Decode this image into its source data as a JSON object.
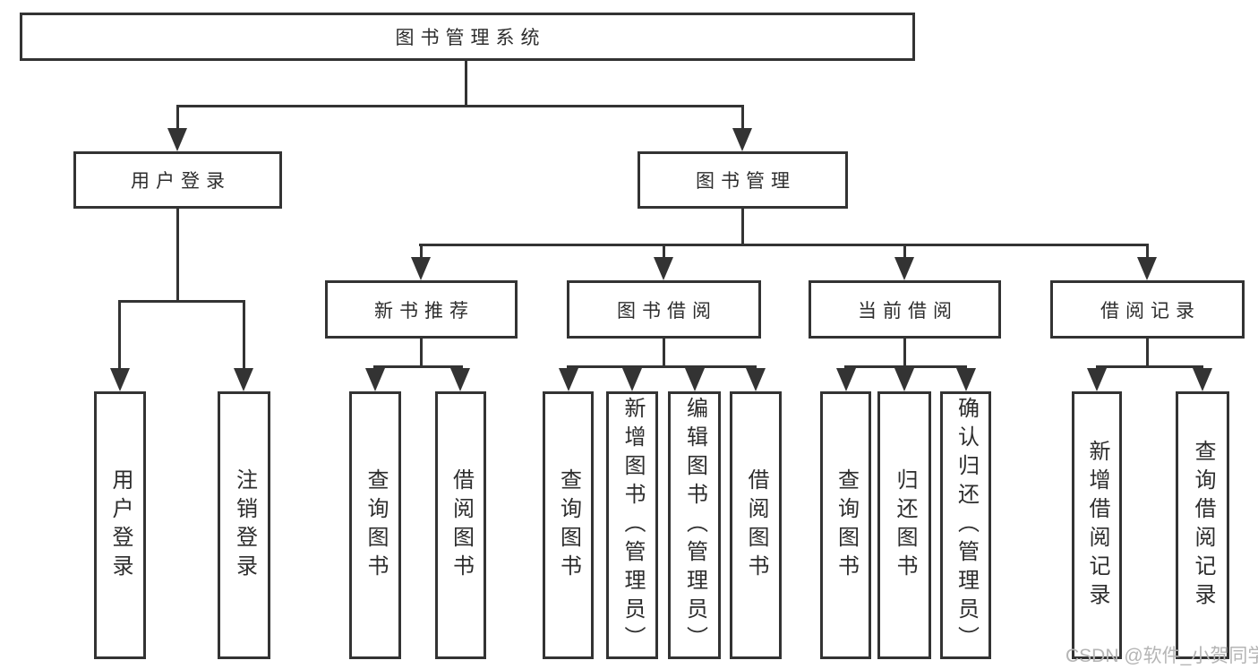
{
  "tree": {
    "root": {
      "label": "图书管理系统"
    },
    "branches": [
      {
        "label": "用户登录",
        "children": [
          {
            "label": "用户登录"
          },
          {
            "label": "注销登录"
          }
        ]
      },
      {
        "label": "图书管理",
        "children": [
          {
            "label": "新书推荐",
            "children": [
              {
                "label": "查询图书"
              },
              {
                "label": "借阅图书"
              }
            ]
          },
          {
            "label": "图书借阅",
            "children": [
              {
                "label": "查询图书"
              },
              {
                "label": "新增图书（管理员）"
              },
              {
                "label": "编辑图书（管理员）"
              },
              {
                "label": "借阅图书"
              }
            ]
          },
          {
            "label": "当前借阅",
            "children": [
              {
                "label": "查询图书"
              },
              {
                "label": "归还图书"
              },
              {
                "label": "确认归还（管理员）"
              }
            ]
          },
          {
            "label": "借阅记录",
            "children": [
              {
                "label": "新增借阅记录"
              },
              {
                "label": "查询借阅记录"
              }
            ]
          }
        ]
      }
    ]
  },
  "watermark": {
    "text": "CSDN @软件_小贺同学"
  },
  "colors": {
    "line": "#333333",
    "text": "#2d2d2d",
    "watermark": "#b5b5b5",
    "background": "#ffffff"
  }
}
